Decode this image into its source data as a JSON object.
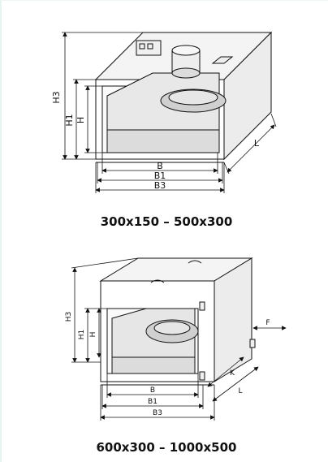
{
  "figure_top": {
    "caption": "300x150 – 500x300",
    "dims": {
      "h3": "H3",
      "h1": "H1",
      "h": "H",
      "l": "L",
      "b": "B",
      "b1": "B1",
      "b3": "B3"
    }
  },
  "figure_bottom": {
    "caption": "600x300 – 1000x500",
    "dims": {
      "h3": "H3",
      "h1": "H1",
      "h": "H",
      "l": "L",
      "k": "K",
      "f": "F",
      "b": "B",
      "b1": "B1",
      "b3": "B3"
    }
  }
}
